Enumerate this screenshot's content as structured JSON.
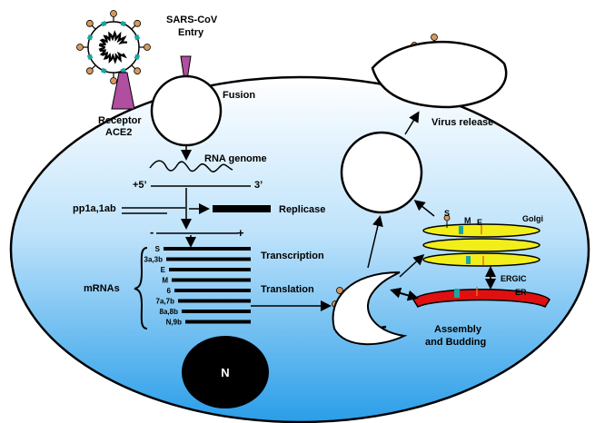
{
  "labels": {
    "entry_line1": "SARS-CoV",
    "entry_line2": "Entry",
    "receptor_line1": "Receptor",
    "receptor_line2": "ACE2",
    "fusion": "Fusion",
    "rna_genome": "RNA genome",
    "plus5": "+5’",
    "three_prime": "3’",
    "pp1a": "pp1a,1ab",
    "replicase": "Replicase",
    "minus": "-",
    "plus": "+",
    "transcription": "Transcription",
    "translation": "Translation",
    "mrnas": "mRNAs",
    "virus_release": "Virus release",
    "golgi": "Golgi",
    "ergic": "ERGIC",
    "er": "ER",
    "assembly_line1": "Assembly",
    "assembly_line2": "and Budding",
    "nucleus": "N",
    "protein_s": "S",
    "protein_m": "M",
    "protein_e": "E"
  },
  "mrna_list": [
    "S",
    "3a,3b",
    "E",
    "M",
    "6",
    "7a,7b",
    "8a,8b",
    "N,9b"
  ],
  "colors": {
    "cell_top": "#ffffff",
    "cell_bottom": "#2a9ee8",
    "receptor": "#b04fa0",
    "golgi": "#f2ee1a",
    "er": "#e01010",
    "spike_ball": "#d9985a",
    "protein_teal": "#1aa6a0",
    "nucleus": "#000000"
  }
}
